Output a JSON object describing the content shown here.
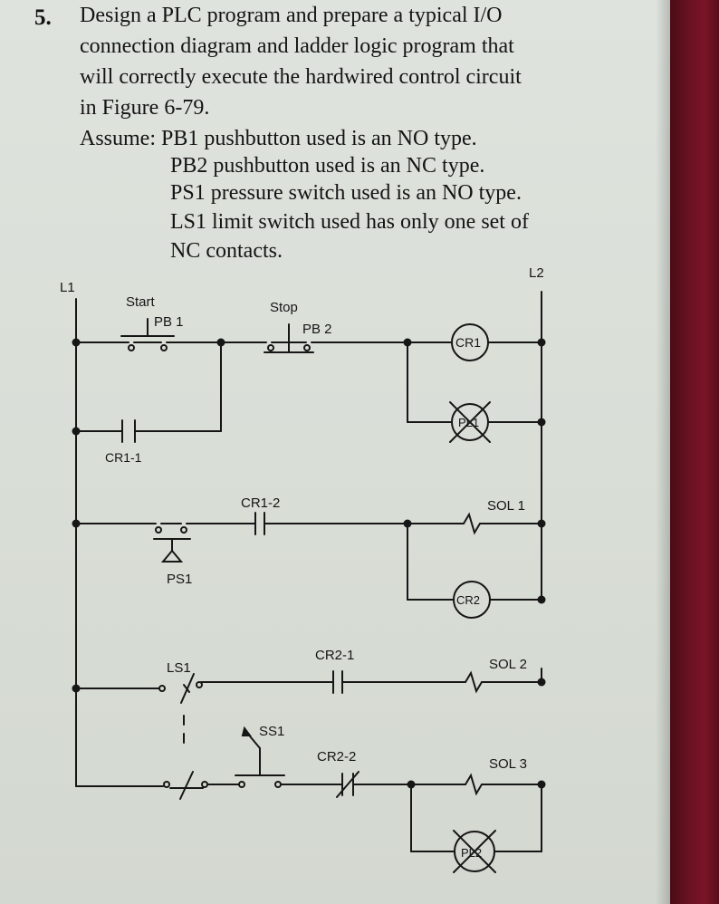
{
  "question": {
    "number": "5.",
    "lines": [
      "Design a PLC program and prepare a typical I/O",
      "connection diagram and ladder logic program that",
      "will correctly execute the hardwired control circuit",
      "in Figure 6-79.",
      "Assume: PB1 pushbutton used is an NO type.",
      "PB2 pushbutton used is an NC type.",
      "PS1 pressure switch used is an NO type.",
      "LS1 limit switch used has only one set of",
      "NC contacts."
    ]
  },
  "diagram": {
    "rails": {
      "left": "L1",
      "right": "L2"
    },
    "labels": {
      "start": "Start",
      "stop": "Stop",
      "pb1": "PB 1",
      "pb2": "PB 2",
      "cr1": "CR1",
      "pl1": "PL1",
      "cr1_1": "CR1-1",
      "cr1_2": "CR1-2",
      "sol1": "SOL 1",
      "ps1": "PS1",
      "cr2": "CR2",
      "ls1": "LS1",
      "cr2_1": "CR2-1",
      "sol2": "SOL 2",
      "ss1": "SS1",
      "cr2_2": "CR2-2",
      "sol3": "SOL 3",
      "pl2": "PL2"
    }
  }
}
